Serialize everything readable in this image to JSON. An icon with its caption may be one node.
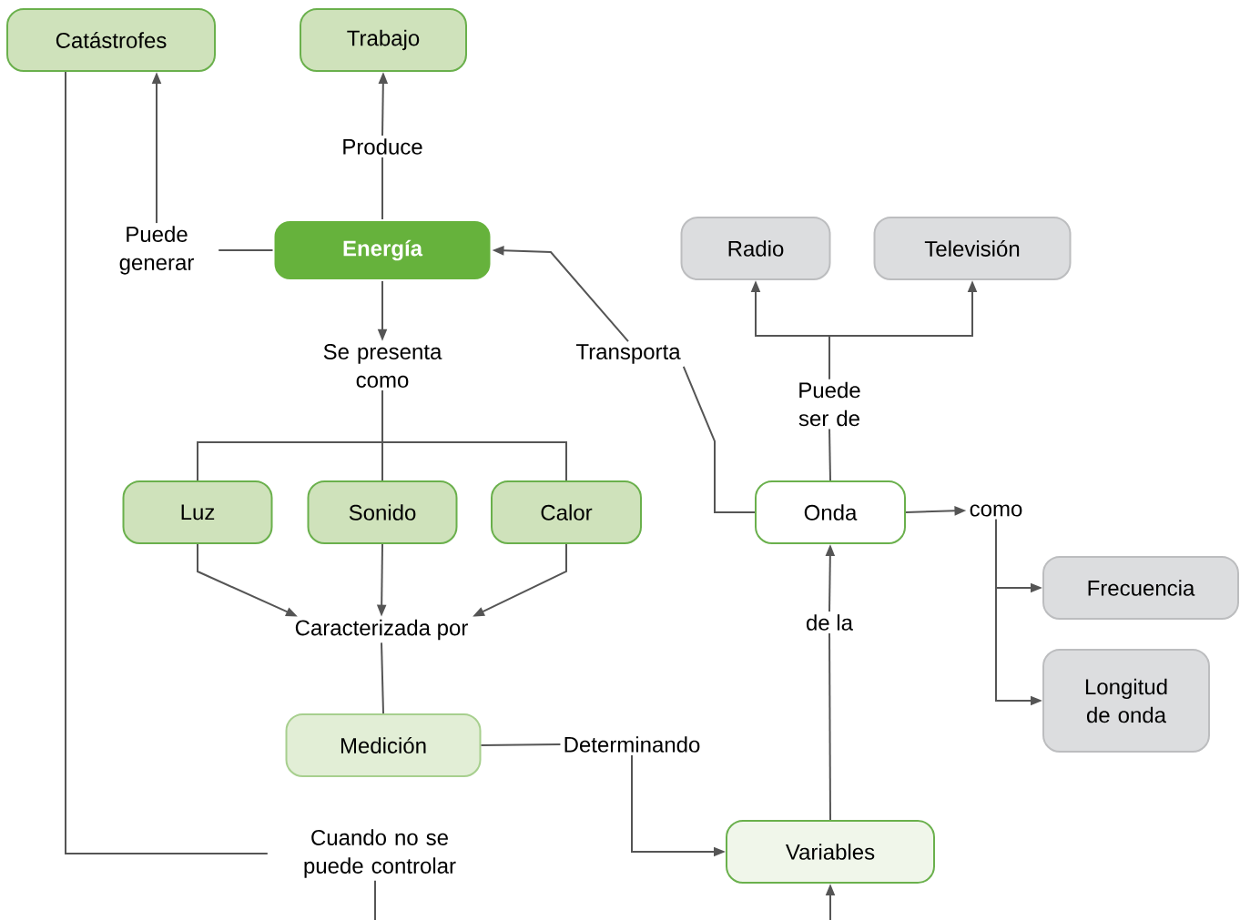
{
  "diagram": {
    "nodes": [
      {
        "text": [
          "Catástrofes"
        ]
      },
      {
        "text": [
          "Trabajo"
        ]
      },
      {
        "text": [
          "Produce"
        ]
      },
      {
        "text": [
          "Puede generar"
        ]
      },
      {
        "text": [
          "Energía"
        ]
      },
      {
        "text": [
          "Se presenta como"
        ]
      },
      {
        "text": [
          "Transporta"
        ]
      },
      {
        "text": [
          "Radio"
        ]
      },
      {
        "text": [
          "Televisión"
        ]
      },
      {
        "text": [
          "Puede ser de"
        ]
      },
      {
        "text": [
          "Luz"
        ]
      },
      {
        "text": [
          "Sonido"
        ]
      },
      {
        "text": [
          "Calor"
        ]
      },
      {
        "text": [
          "Onda"
        ]
      },
      {
        "text": [
          "como"
        ]
      },
      {
        "text": [
          "Frecuencia"
        ]
      },
      {
        "text": [
          "Longitud de onda"
        ]
      },
      {
        "text": [
          "Caracterizada por"
        ]
      },
      {
        "text": [
          "de la"
        ]
      },
      {
        "text": [
          "Medición"
        ]
      },
      {
        "text": [
          "Determinando"
        ]
      },
      {
        "text": [
          "Variables"
        ]
      },
      {
        "text": [
          "Cuando no se puede controlar"
        ]
      }
    ],
    "edges": [
      {
        "from": 4,
        "to": 2,
        "arrow": "none"
      },
      {
        "from": 2,
        "to": 1,
        "arrow": "to"
      },
      {
        "from": 4,
        "to": 3,
        "arrow": "none"
      },
      {
        "from": 3,
        "to": 0,
        "arrow": "to"
      },
      {
        "from": 4,
        "to": 5,
        "arrow": "to"
      },
      {
        "from": 5,
        "to": 10,
        "arrow": "none"
      },
      {
        "from": 5,
        "to": 11,
        "arrow": "none"
      },
      {
        "from": 5,
        "to": 12,
        "arrow": "none"
      },
      {
        "from": 13,
        "to": 6,
        "arrow": "none"
      },
      {
        "from": 6,
        "to": 4,
        "arrow": "to"
      },
      {
        "from": 13,
        "to": 9,
        "arrow": "none"
      },
      {
        "from": 9,
        "to": 7,
        "arrow": "to"
      },
      {
        "from": 9,
        "to": 8,
        "arrow": "to"
      },
      {
        "from": 13,
        "to": 14,
        "arrow": "to"
      },
      {
        "from": 14,
        "to": 15,
        "arrow": "to"
      },
      {
        "from": 14,
        "to": 16,
        "arrow": "to"
      },
      {
        "from": 10,
        "to": 17,
        "arrow": "to"
      },
      {
        "from": 11,
        "to": 17,
        "arrow": "to"
      },
      {
        "from": 12,
        "to": 17,
        "arrow": "to"
      },
      {
        "from": 17,
        "to": 19,
        "arrow": "none"
      },
      {
        "from": 19,
        "to": 20,
        "arrow": "none"
      },
      {
        "from": 20,
        "to": 21,
        "arrow": "to"
      },
      {
        "from": 21,
        "to": 18,
        "arrow": "none"
      },
      {
        "from": 18,
        "to": 13,
        "arrow": "to"
      },
      {
        "from": 0,
        "to": 22,
        "arrow": "none"
      },
      {
        "from": 22,
        "to": null,
        "arrow": "none"
      },
      {
        "from": null,
        "to": 21,
        "arrow": "to"
      }
    ]
  }
}
